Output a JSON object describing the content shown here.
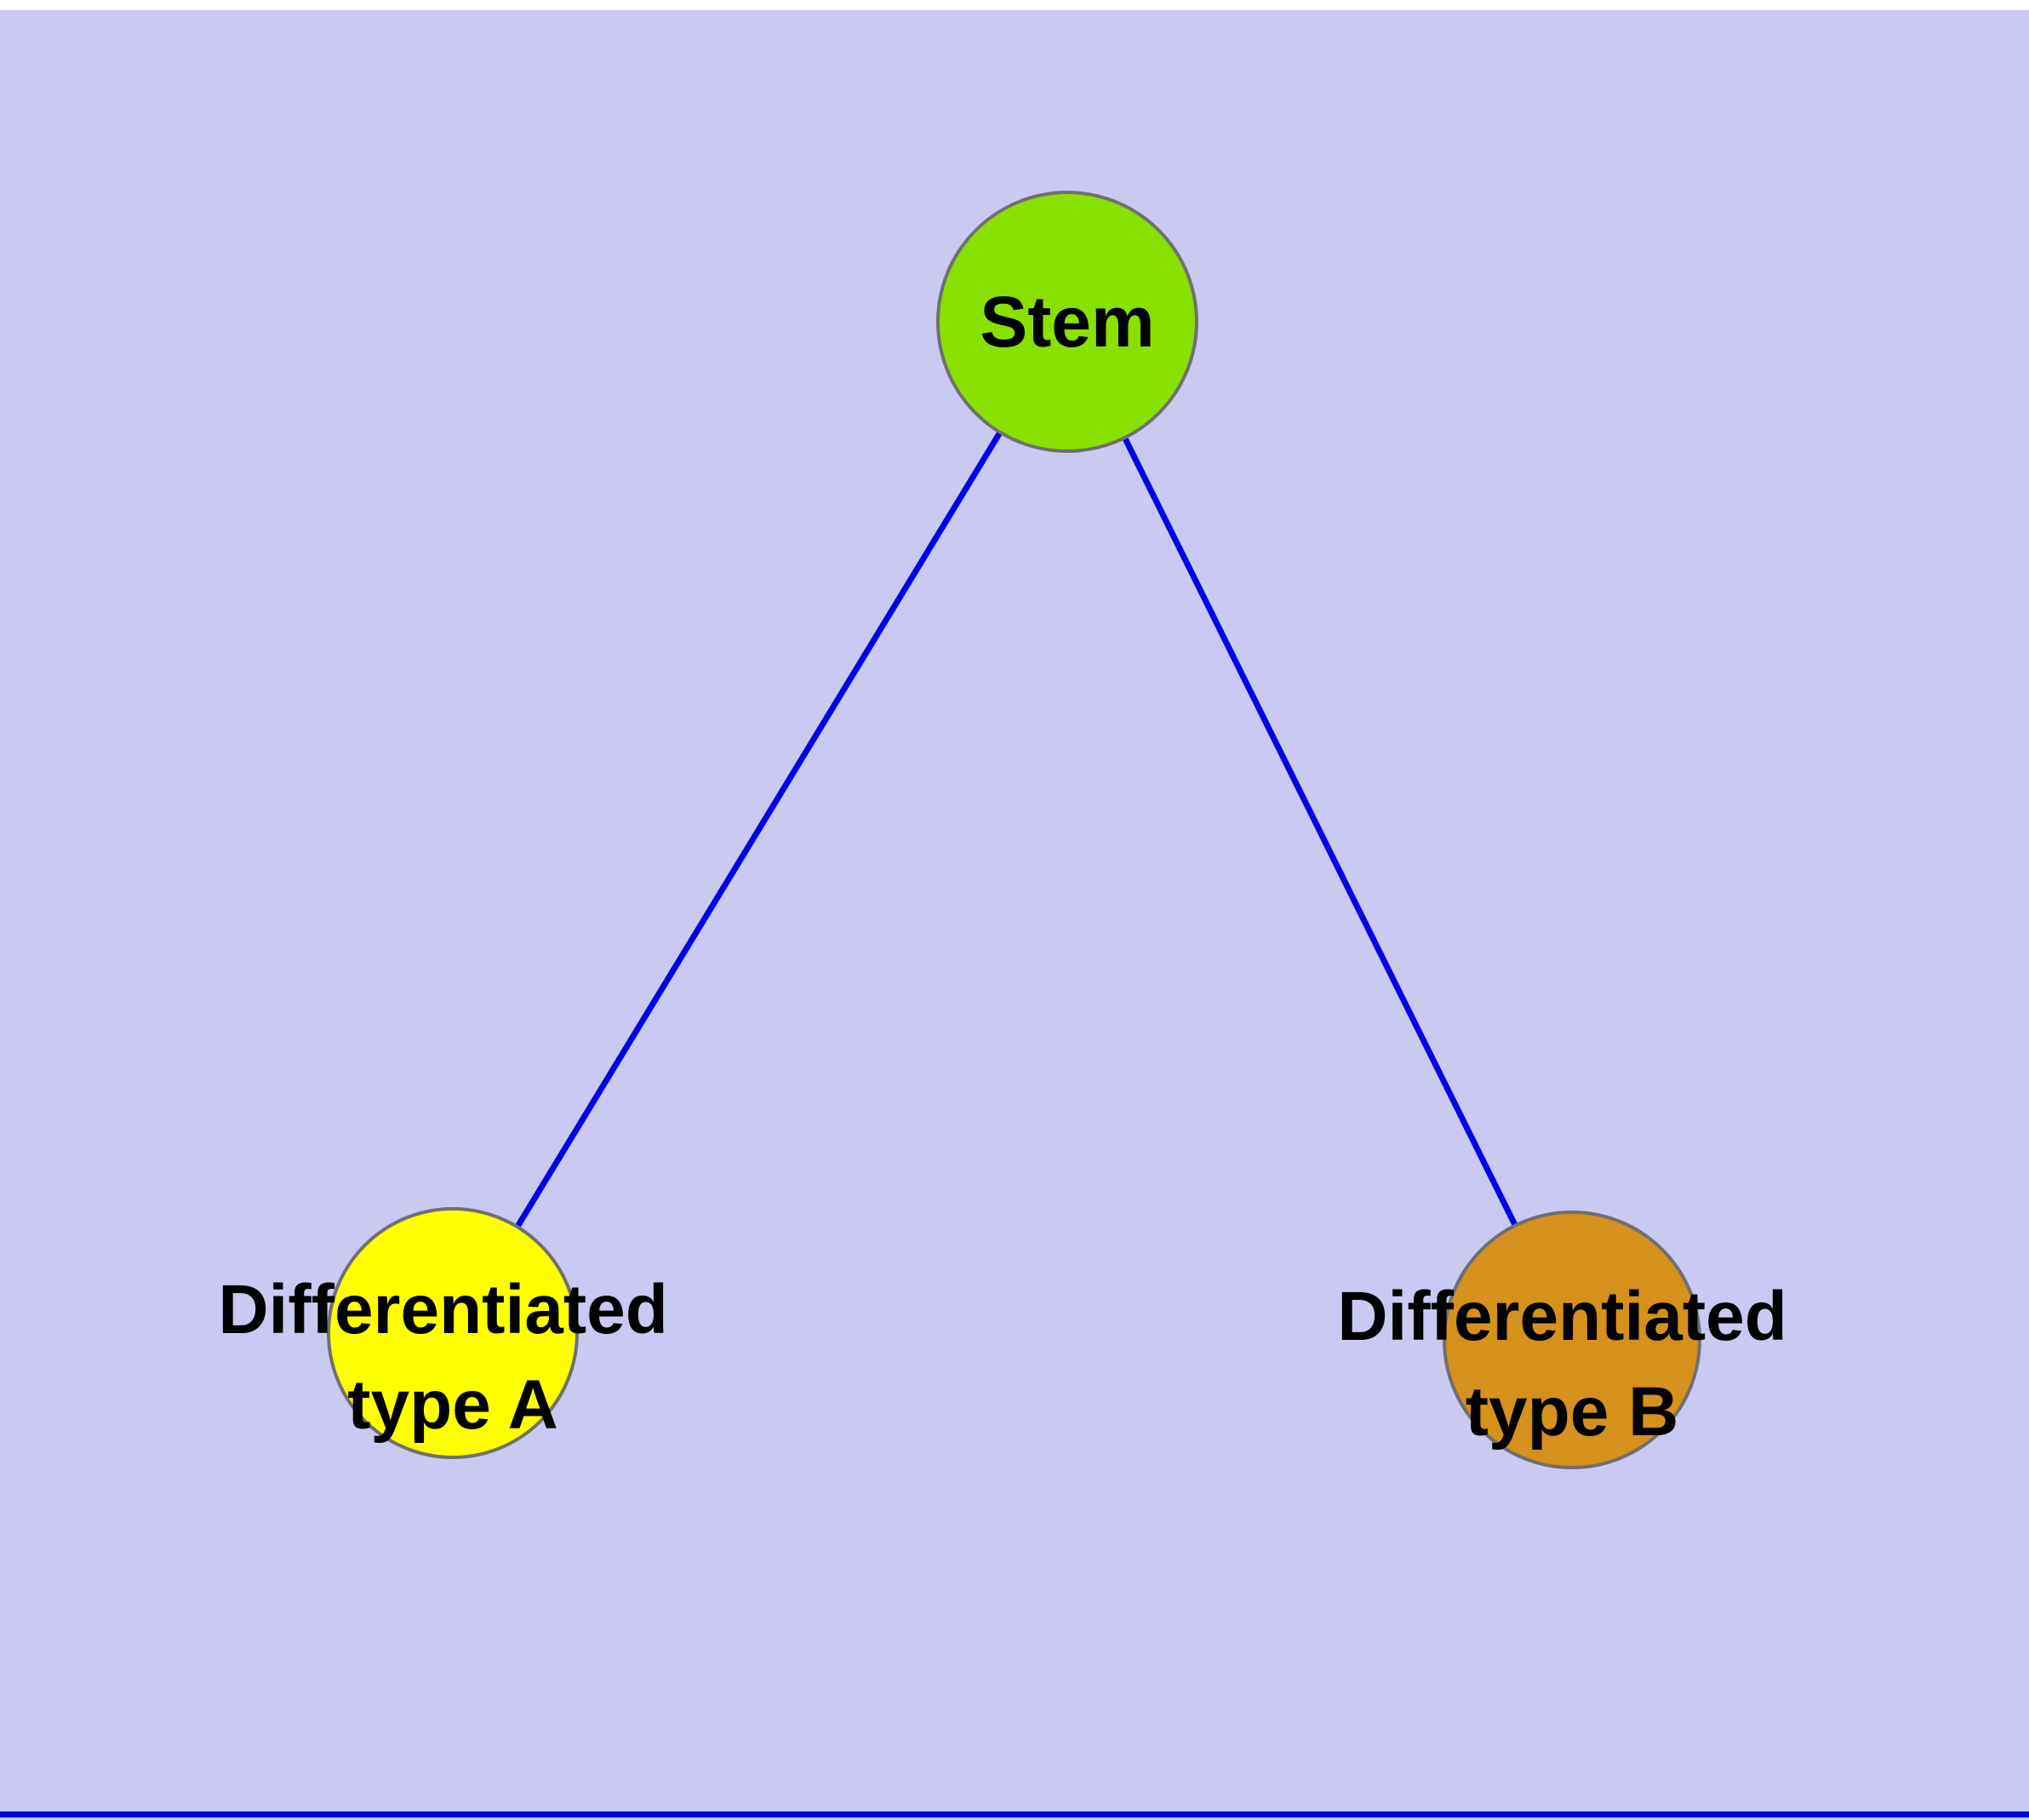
{
  "diagram": {
    "title": "",
    "background_color": "#c9c9f1",
    "top_strip_color": "#ffffff",
    "edge_color": "#0000e6",
    "node_stroke_color": "#707070",
    "label_color": "#000000",
    "nodes": {
      "stem": {
        "id": "stem",
        "label": "Stem",
        "color": "#8ae000"
      },
      "type_a": {
        "id": "type_a",
        "label_line1": "Differentiated",
        "label_line2": "type A",
        "color": "#ffff00"
      },
      "type_b": {
        "id": "type_b",
        "label_line1": "Differentiated",
        "label_line2": "type B",
        "color": "#d6911c"
      }
    },
    "edges": [
      {
        "from": "stem",
        "to": "type_a"
      },
      {
        "from": "stem",
        "to": "type_b"
      }
    ]
  }
}
